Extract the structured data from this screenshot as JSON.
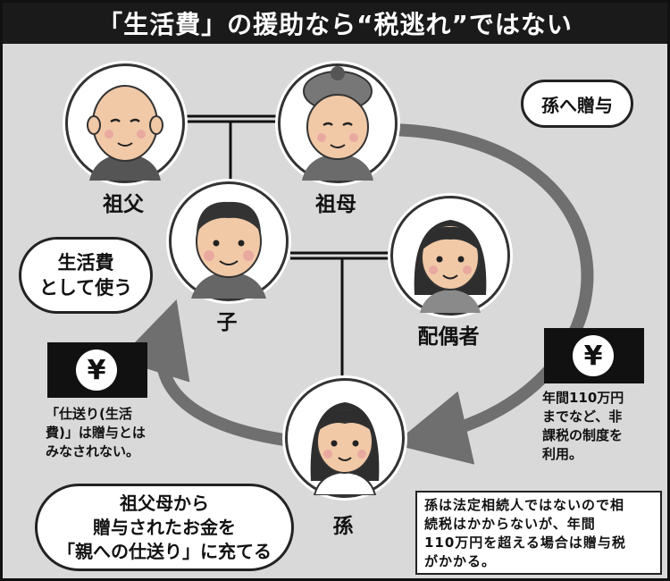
{
  "title": "「生活費」の援助なら“税逃れ”ではない",
  "people": {
    "grandfather": "祖父",
    "grandmother": "祖母",
    "child": "子",
    "spouse": "配偶者",
    "grandchild": "孫"
  },
  "bubbles": {
    "gift_to_grandchild": "孫へ贈与",
    "living_expenses_line1": "生活費",
    "living_expenses_line2": "として使う",
    "allowance_line1": "祖父母から",
    "allowance_line2": "贈与されたお金を",
    "allowance_line3": "「親への仕送り」に充てる"
  },
  "notes": {
    "left_line1": "「仕送り(生活",
    "left_line2": "費)」は贈与とは",
    "left_line3": "みなされない。",
    "right_line1": "年間110万円",
    "right_line2": "までなど、非",
    "right_line3": "課税の制度を",
    "right_line4": "利用。"
  },
  "infobox": {
    "line1": "孫は法定相続人ではないので相",
    "line2": "続税はかからないが、年間",
    "line3": "110万円を超える場合は贈与税",
    "line4": "がかかる。"
  },
  "currency_symbol": "¥",
  "colors": {
    "background": "#d9d9d9",
    "header": "#1a1a1a",
    "arrow": "#6f6f6f",
    "skin": "#f1c9a7"
  }
}
